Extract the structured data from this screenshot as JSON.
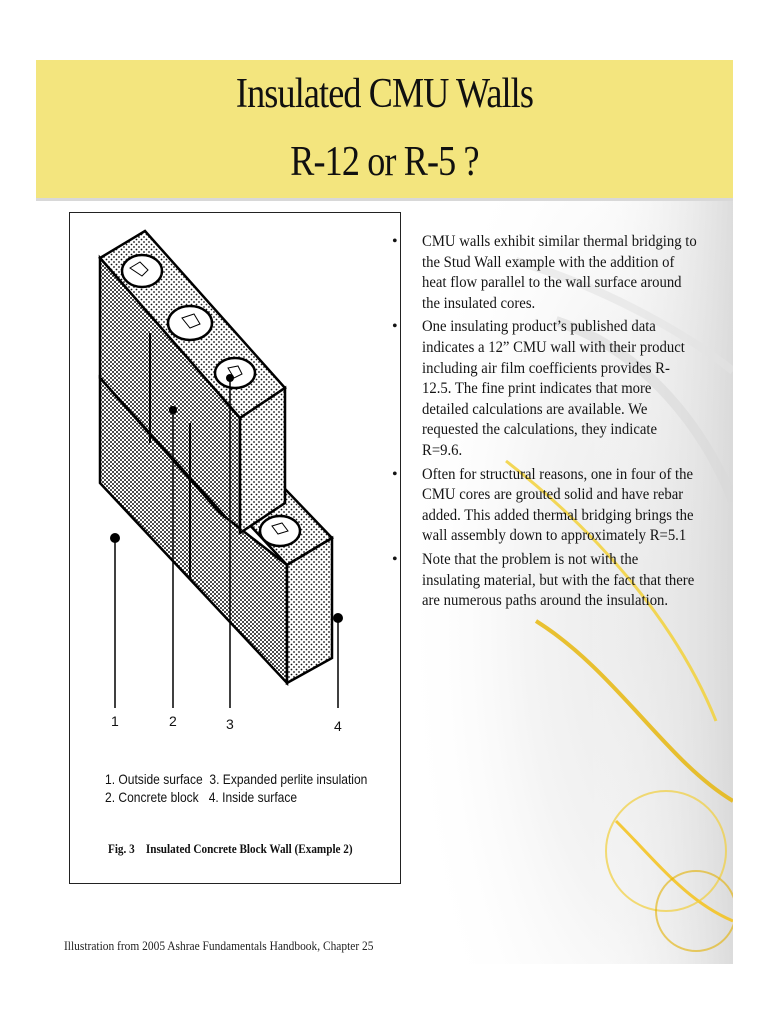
{
  "title": {
    "line1": "Insulated CMU Walls",
    "line2": "R-12 or R-5 ?"
  },
  "figure": {
    "callouts": [
      "1",
      "2",
      "3",
      "4"
    ],
    "legend": {
      "row1": "1. Outside surface  3. Expanded perlite insulation",
      "row2": "2. Concrete block   4. Inside surface"
    },
    "caption": "Fig. 3    Insulated Concrete Block Wall (Example 2)"
  },
  "bullets": [
    "CMU walls exhibit similar thermal bridging to the Stud Wall example with the addition of heat flow parallel to the wall surface around the insulated cores.",
    "One insulating product’s published data indicates a 12” CMU wall with their product including air film coefficients provides R-12.5. The fine print indicates that more detailed calculations are available. We requested the calculations, they indicate R=9.6.",
    "Often for structural reasons, one in four of the CMU cores are grouted solid and have rebar added.  This added thermal bridging brings the wall assembly down to approximately R=5.1",
    "Note that the problem is not with the insulating material, but with the fact that there are numerous paths around the insulation."
  ],
  "footer": "Illustration from 2005 Ashrae Fundamentals Handbook, Chapter 25",
  "colors": {
    "title_band": "#f3e57e",
    "decor_accent": "#e8c83a"
  }
}
